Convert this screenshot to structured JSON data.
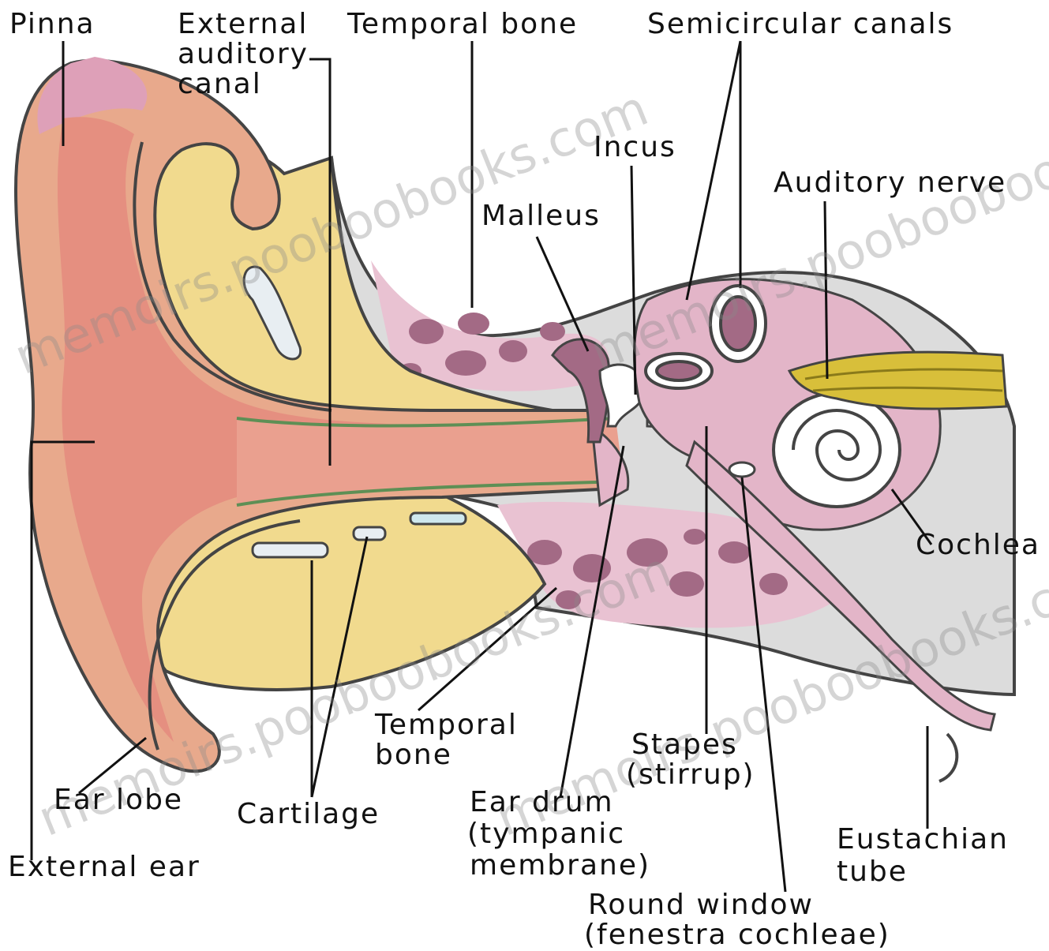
{
  "labels": {
    "pinna": "Pinna",
    "external_auditory_canal": [
      "External",
      "auditory",
      "canal"
    ],
    "temporal_bone_top": "Temporal bone",
    "semicircular_canals": "Semicircular canals",
    "incus": "Incus",
    "malleus": "Malleus",
    "auditory_nerve": "Auditory nerve",
    "cochlea": "Cochlea",
    "ear_lobe": "Ear lobe",
    "external_ear": "External ear",
    "cartilage": "Cartilage",
    "temporal_bone_bottom": [
      "Temporal",
      "bone"
    ],
    "stapes": [
      "Stapes",
      "(stirrup)"
    ],
    "ear_drum": [
      "Ear drum",
      "(tympanic",
      "membrane)"
    ],
    "eustachian_tube": [
      "Eustachian",
      "tube"
    ],
    "round_window": [
      "Round window",
      "(fenestra cochleae)"
    ]
  },
  "watermark": "memoirs.pooboobooks.com",
  "colors": {
    "skin_outer": "#e8a98c",
    "skin_inner": "#e58f80",
    "cartilage_yellow": "#f1da8e",
    "bone_gray": "#dcdcdc",
    "bone_spots": "#a36a85",
    "pink_tissue": "#e3b5c8",
    "nerve_yellow": "#d8bf3a",
    "pinna_tip": "#dea0b8",
    "canal_line": "#5e8f55",
    "text": "#111111"
  }
}
